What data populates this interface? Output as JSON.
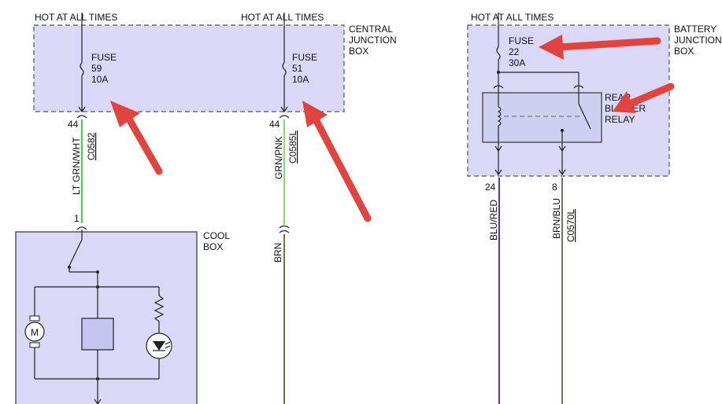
{
  "labels": {
    "hot_left": "HOT AT ALL TIMES",
    "hot_mid": "HOT AT ALL TIMES",
    "hot_right": "HOT AT ALL TIMES",
    "cjb_line1": "CENTRAL",
    "cjb_line2": "JUNCTION",
    "cjb_line3": "BOX",
    "bjb_line1": "BATTERY",
    "bjb_line2": "JUNCTION",
    "bjb_line3": "BOX",
    "cool_line1": "COOL",
    "cool_line2": "BOX",
    "relay_line1": "REAR",
    "relay_line2": "BLOWER",
    "relay_line3": "RELAY"
  },
  "fuses": [
    {
      "word": "FUSE",
      "number": "59",
      "rating": "10A"
    },
    {
      "word": "FUSE",
      "number": "51",
      "rating": "10A"
    },
    {
      "word": "FUSE",
      "number": "22",
      "rating": "30A"
    }
  ],
  "wires": [
    {
      "pin": "44",
      "color_label": "LT GRN/WHT",
      "circuit": "C0582",
      "pin2": "1",
      "color_hex": "#3ddc3d"
    },
    {
      "pin": "44",
      "color_label": "GRN/PNK",
      "circuit": "C0585L",
      "lower_label": "BRN",
      "color_hex": "#7fe06a",
      "lower_hex": "#8a6a2e"
    },
    {
      "pin": "24",
      "color_label": "BLU/RED",
      "color_hex": "#5a2fc8"
    },
    {
      "pin": "8",
      "color_label": "BRN/BLU",
      "circuit": "C0570L",
      "color_hex": "#8a6a4a"
    }
  ],
  "motor_symbol": "M",
  "colors": {
    "box_fill": "#d9d9f7",
    "arrow": "#e2433f"
  }
}
